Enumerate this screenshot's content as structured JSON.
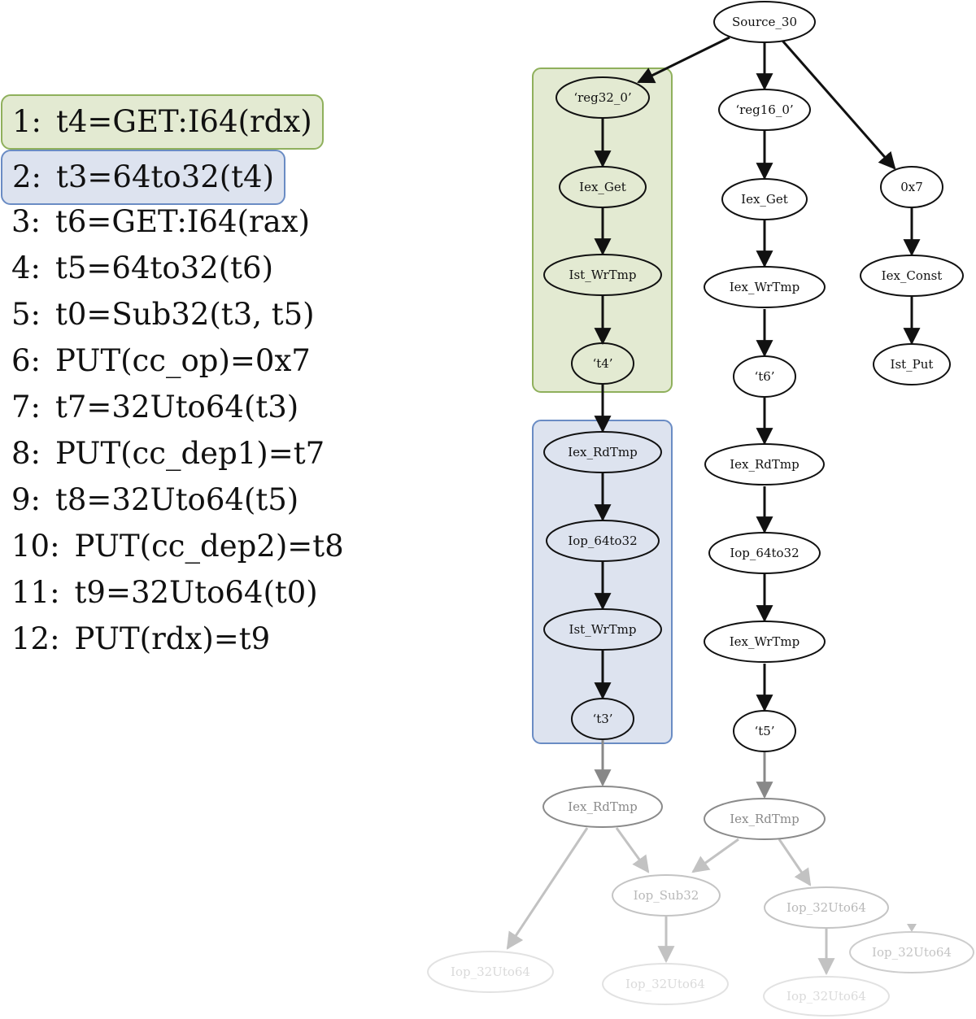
{
  "code": {
    "lines": [
      {
        "num": "1:",
        "text": "t4=GET:I64(rdx)"
      },
      {
        "num": "2:",
        "text": "t3=64to32(t4)"
      },
      {
        "num": "3:",
        "text": "t6=GET:I64(rax)"
      },
      {
        "num": "4:",
        "text": "t5=64to32(t6)"
      },
      {
        "num": "5:",
        "text": "t0=Sub32(t3, t5)"
      },
      {
        "num": "6:",
        "text": "PUT(cc_op)=0x7"
      },
      {
        "num": "7:",
        "text": "t7=32Uto64(t3)"
      },
      {
        "num": "8:",
        "text": "PUT(cc_dep1)=t7"
      },
      {
        "num": "9:",
        "text": "t8=32Uto64(t5)"
      },
      {
        "num": "10:",
        "text": "PUT(cc_dep2)=t8"
      },
      {
        "num": "11:",
        "text": "t9=32Uto64(t0)"
      },
      {
        "num": "12:",
        "text": "PUT(rdx)=t9"
      }
    ]
  },
  "graph": {
    "colors": {
      "highlight_green": "#8fb05c",
      "highlight_blue": "#6a8cc4",
      "faded": "#bbbbbb"
    },
    "nodes": [
      {
        "id": "source",
        "label": "Source_30"
      },
      {
        "id": "reg32",
        "label": "‘reg32_0’"
      },
      {
        "id": "iexget1",
        "label": "Iex_Get"
      },
      {
        "id": "wrtmp1",
        "label": "Ist_WrTmp"
      },
      {
        "id": "t4",
        "label": "‘t4’"
      },
      {
        "id": "rdtmp1",
        "label": "Iex_RdTmp"
      },
      {
        "id": "iop1",
        "label": "Iop_64to32"
      },
      {
        "id": "wrtmp2",
        "label": "Ist_WrTmp"
      },
      {
        "id": "t3",
        "label": "‘t3’"
      },
      {
        "id": "rdtmp2",
        "label": "Iex_RdTmp"
      },
      {
        "id": "reg16",
        "label": "‘reg16_0’"
      },
      {
        "id": "iexget2",
        "label": "Iex_Get"
      },
      {
        "id": "wrtmp3",
        "label": "Iex_WrTmp"
      },
      {
        "id": "t6",
        "label": "‘t6’"
      },
      {
        "id": "rdtmp3",
        "label": "Iex_RdTmp"
      },
      {
        "id": "iop2",
        "label": "Iop_64to32"
      },
      {
        "id": "wrtmp4",
        "label": "Iex_WrTmp"
      },
      {
        "id": "t5",
        "label": "‘t5’"
      },
      {
        "id": "rdtmp4",
        "label": "Iex_RdTmp"
      },
      {
        "id": "hex7",
        "label": "0x7"
      },
      {
        "id": "const",
        "label": "Iex_Const"
      },
      {
        "id": "put",
        "label": "Ist_Put"
      },
      {
        "id": "sub32",
        "label": "Iop_Sub32"
      },
      {
        "id": "uto64a",
        "label": "Iop_32Uto64"
      },
      {
        "id": "uto64b",
        "label": "Iop_32Uto64"
      },
      {
        "id": "uto64c",
        "label": "Iop_32Uto64"
      },
      {
        "id": "uto64d",
        "label": "Iop_32Uto64"
      },
      {
        "id": "uto64e",
        "label": "Iop_32Uto64"
      }
    ]
  }
}
